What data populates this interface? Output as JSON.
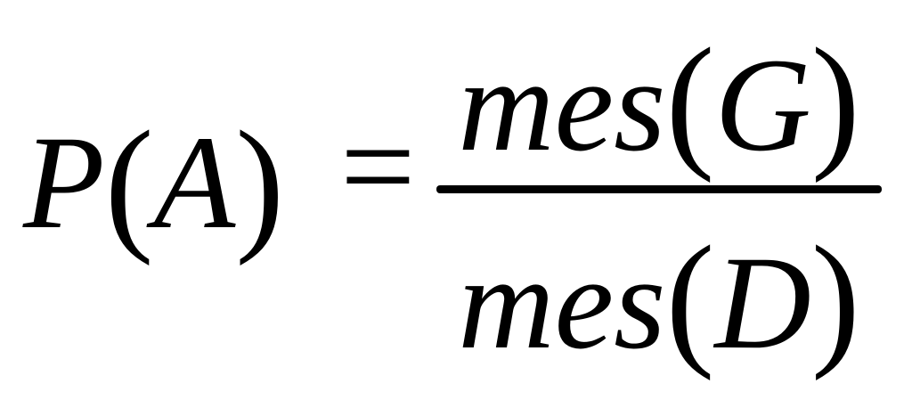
{
  "formula": {
    "lhs": {
      "function": "P",
      "open_paren": "(",
      "argument": "A",
      "close_paren": ")"
    },
    "equals": "=",
    "fraction": {
      "numerator": {
        "function": "mes",
        "open_paren": "(",
        "argument": "G",
        "close_paren": ")"
      },
      "denominator": {
        "function": "mes",
        "open_paren": "(",
        "argument": "D",
        "close_paren": ")"
      }
    }
  }
}
